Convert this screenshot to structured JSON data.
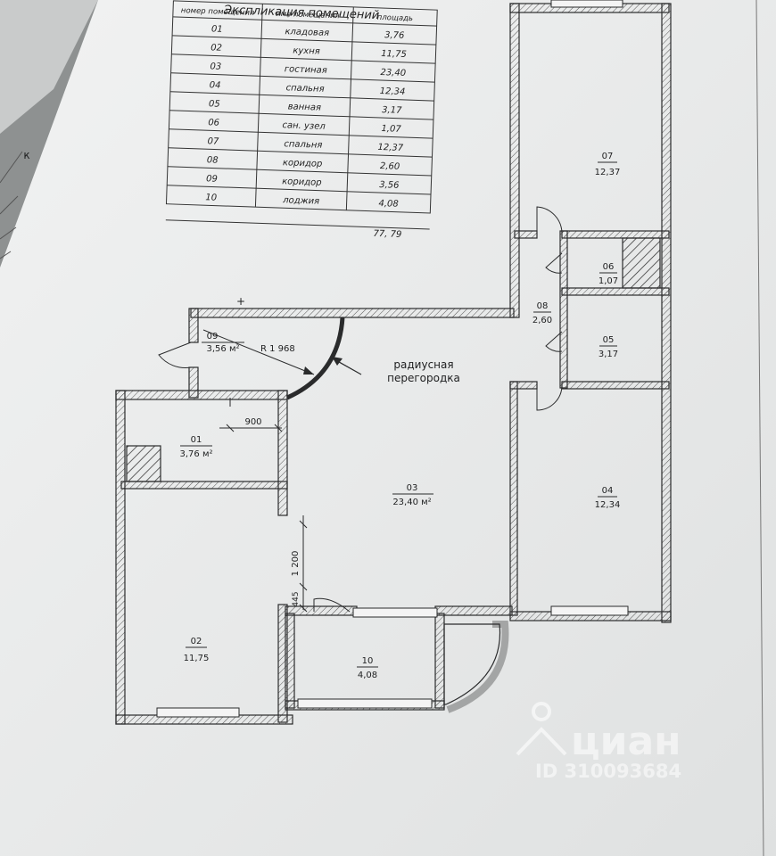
{
  "table": {
    "title": "Экспликация помещений",
    "headers": [
      "номер помещения",
      "имя помещения",
      "площадь"
    ],
    "rows": [
      {
        "num": "01",
        "name": "кладовая",
        "area": "3,76"
      },
      {
        "num": "02",
        "name": "кухня",
        "area": "11,75"
      },
      {
        "num": "03",
        "name": "гостиная",
        "area": "23,40"
      },
      {
        "num": "04",
        "name": "спальня",
        "area": "12,34"
      },
      {
        "num": "05",
        "name": "ванная",
        "area": "3,17"
      },
      {
        "num": "06",
        "name": "сан. узел",
        "area": "1,07"
      },
      {
        "num": "07",
        "name": "спальня",
        "area": "12,37"
      },
      {
        "num": "08",
        "name": "коридор",
        "area": "2,60"
      },
      {
        "num": "09",
        "name": "коридор",
        "area": "3,56"
      },
      {
        "num": "10",
        "name": "лоджия",
        "area": "4,08"
      }
    ],
    "total": "77, 79"
  },
  "rooms": {
    "r01": {
      "num": "01",
      "area": "3,76 м²"
    },
    "r02": {
      "num": "02",
      "area": "11,75"
    },
    "r03": {
      "num": "03",
      "area": "23,40 м²"
    },
    "r04": {
      "num": "04",
      "area": "12,34"
    },
    "r05": {
      "num": "05",
      "area": "3,17"
    },
    "r06": {
      "num": "06",
      "area": "1,07"
    },
    "r07": {
      "num": "07",
      "area": "12,37"
    },
    "r08": {
      "num": "08",
      "area": "2,60"
    },
    "r09": {
      "num": "09",
      "area": "3,56 м²"
    },
    "r10": {
      "num": "10",
      "area": "4,08"
    }
  },
  "annotations": {
    "radius": "R 1 968",
    "partition_line1": "радиусная",
    "partition_line2": "перегородка",
    "dim_900": "900",
    "dim_1200": "1 200",
    "dim_445": "445",
    "plus_mark": "+",
    "edge_letter": "к"
  },
  "watermark": {
    "brand": "циан",
    "id": "ID 310093684"
  },
  "colors": {
    "paper": "#e9eaea",
    "line": "#2a2b2c",
    "backdrop": "#8e9191"
  }
}
